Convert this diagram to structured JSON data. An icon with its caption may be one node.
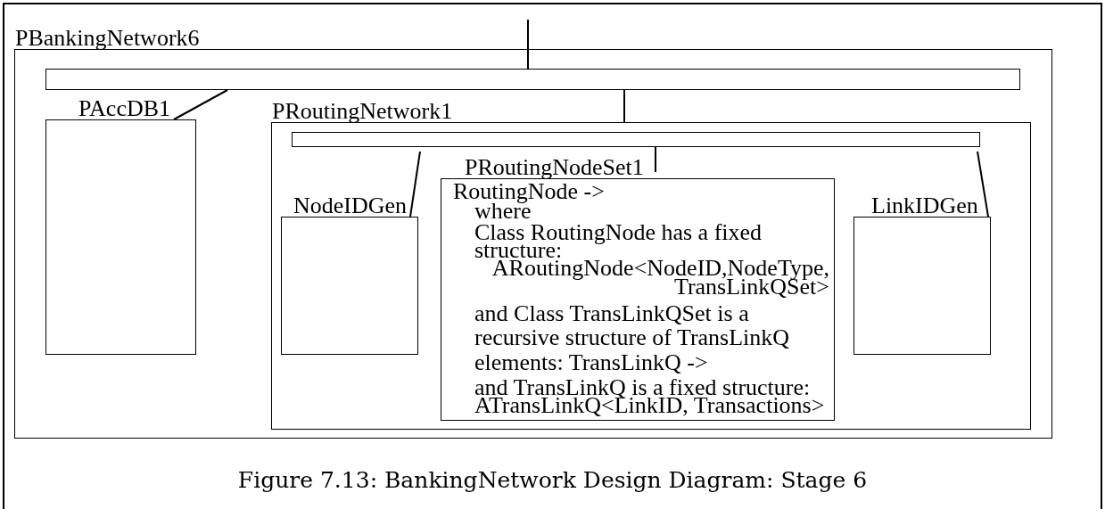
{
  "diagram": {
    "caption": "Figure 7.13: BankingNetwork Design Diagram: Stage 6",
    "nodes": [
      {
        "text": [
          "PBankingNetwork6"
        ]
      },
      {
        "text": [],
        "shape": "bar",
        "in": 0
      },
      {
        "text": [
          "PAccDB1"
        ],
        "in": 0
      },
      {
        "text": [
          "PRoutingNetwork1"
        ],
        "in": 0
      },
      {
        "text": [],
        "shape": "bar",
        "in": 3
      },
      {
        "text": [
          "NodeIDGen"
        ],
        "in": 3
      },
      {
        "text": [
          "PRoutingNodeSet1",
          "RoutingNode ->",
          "where",
          "Class RoutingNode has a fixed structure:",
          "ARoutingNode<NodeID,NodeType, TransLinkQSet>",
          "and Class TransLinkQSet is a recursive structure of TransLinkQ elements: TransLinkQ ->",
          "and TransLinkQ is a fixed structure: ATransLinkQ<LinkID, Transactions>"
        ],
        "in": 3
      },
      {
        "text": [
          "LinkIDGen"
        ],
        "in": 3
      }
    ],
    "edges": [
      {
        "from": null,
        "to": 1,
        "arrow": "none"
      },
      {
        "from": 1,
        "to": 2,
        "arrow": "none"
      },
      {
        "from": 1,
        "to": 3,
        "arrow": "none"
      },
      {
        "from": 4,
        "to": 5,
        "arrow": "none"
      },
      {
        "from": 4,
        "to": 6,
        "arrow": "none"
      },
      {
        "from": 4,
        "to": 7,
        "arrow": "none"
      }
    ]
  }
}
